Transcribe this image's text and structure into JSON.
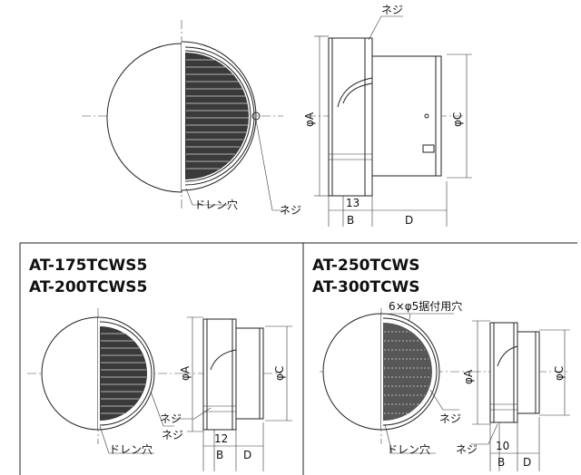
{
  "top": {
    "label_screw_top": "ネジ",
    "label_drain": "ドレン穴",
    "label_screw": "ネジ",
    "dim_A": "φA",
    "dim_C": "φC",
    "dim_13": "13",
    "dim_B": "B",
    "dim_D": "D"
  },
  "left": {
    "model_1": "AT-175TCWS5",
    "model_2": "AT-200TCWS5",
    "dim_A": "φA",
    "dim_C": "φC",
    "label_screw_1": "ネジ",
    "label_screw_2": "ネジ",
    "label_drain": "ドレン穴",
    "dim_12": "12",
    "dim_B": "B",
    "dim_D": "D"
  },
  "right": {
    "model_1": "AT-250TCWS",
    "model_2": "AT-300TCWS",
    "mount_holes": "6×φ5据付用穴",
    "dim_A": "φA",
    "dim_C": "φC",
    "label_screw_1": "ネジ",
    "label_screw_2": "ネジ",
    "label_drain": "ドレン穴",
    "dim_10": "10",
    "dim_B": "B",
    "dim_D": "D"
  }
}
